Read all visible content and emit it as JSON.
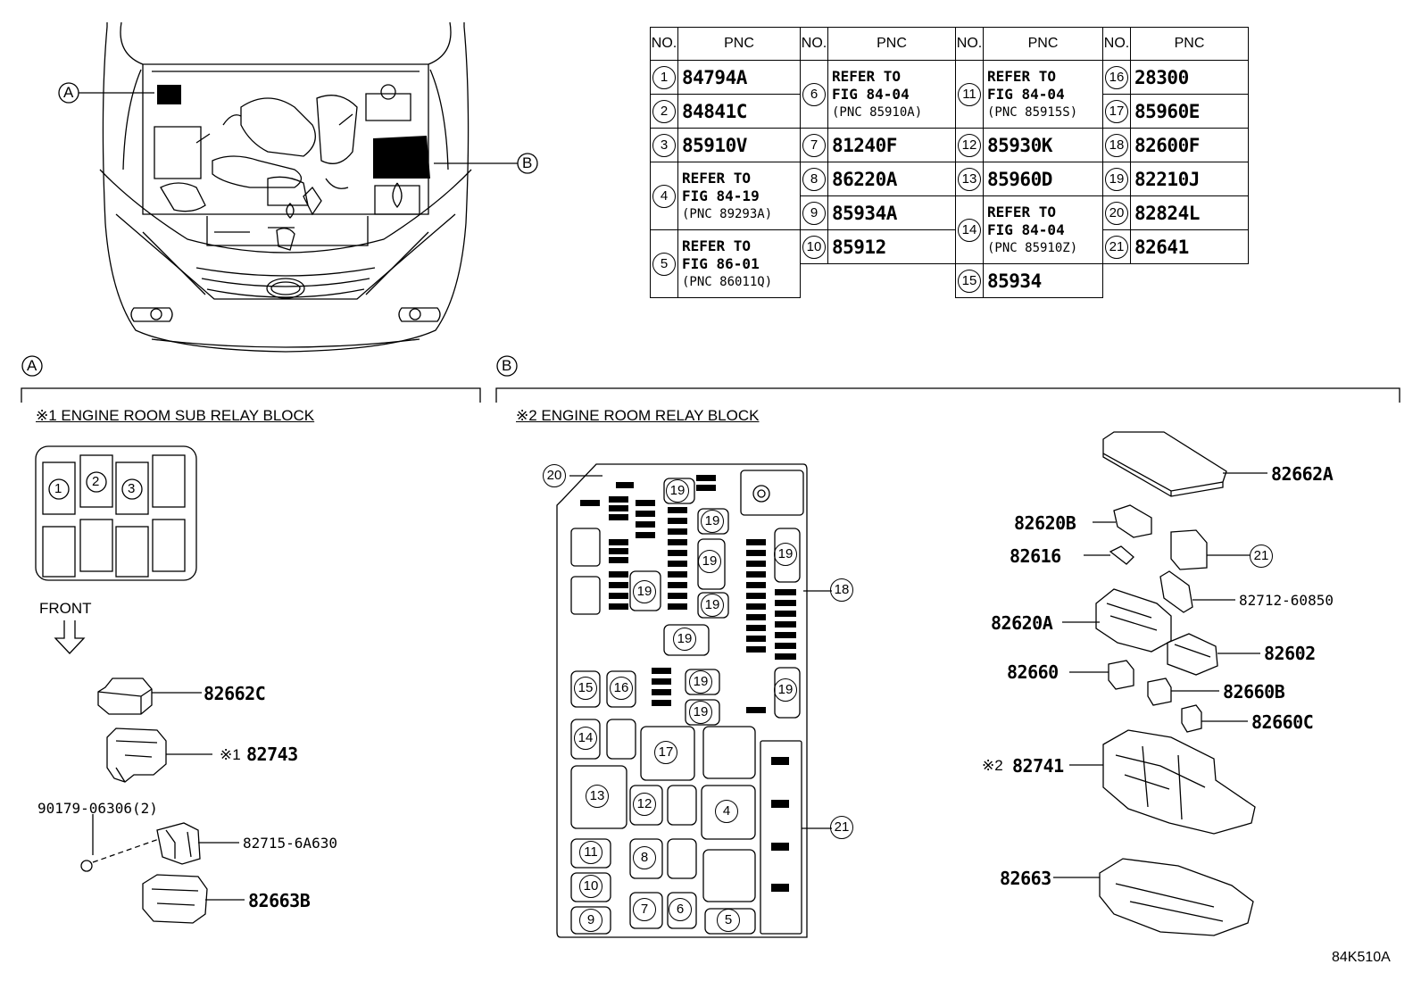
{
  "table": {
    "headers": {
      "no": "NO.",
      "pnc": "PNC"
    },
    "col1": [
      {
        "no": "1",
        "pnc": "84794A"
      },
      {
        "no": "2",
        "pnc": "84841C"
      },
      {
        "no": "3",
        "pnc": "85910V"
      },
      {
        "no": "4",
        "ref1": "REFER TO",
        "ref2": "FIG 84-19",
        "ref3": "(PNC 89293A)"
      },
      {
        "no": "5",
        "ref1": "REFER TO",
        "ref2": "FIG 86-01",
        "ref3": "(PNC 86011Q)"
      }
    ],
    "col2": [
      {
        "no": "6",
        "ref1": "REFER TO",
        "ref2": "FIG 84-04",
        "ref3": "(PNC 85910A)"
      },
      {
        "no": "7",
        "pnc": "81240F"
      },
      {
        "no": "8",
        "pnc": "86220A"
      },
      {
        "no": "9",
        "pnc": "85934A"
      },
      {
        "no": "10",
        "pnc": "85912"
      }
    ],
    "col3": [
      {
        "no": "11",
        "ref1": "REFER TO",
        "ref2": "FIG 84-04",
        "ref3": "(PNC 85915S)"
      },
      {
        "no": "12",
        "pnc": "85930K"
      },
      {
        "no": "13",
        "pnc": "85960D"
      },
      {
        "no": "14",
        "ref1": "REFER TO",
        "ref2": "FIG 84-04",
        "ref3": "(PNC 85910Z)"
      },
      {
        "no": "15",
        "pnc": "85934"
      }
    ],
    "col4": [
      {
        "no": "16",
        "pnc": "28300"
      },
      {
        "no": "17",
        "pnc": "85960E"
      },
      {
        "no": "18",
        "pnc": "82600F"
      },
      {
        "no": "19",
        "pnc": "82210J"
      },
      {
        "no": "20",
        "pnc": "82824L"
      },
      {
        "no": "21",
        "pnc": "82641"
      }
    ]
  },
  "callouts": {
    "a": "A",
    "b": "B"
  },
  "section_a": {
    "title": "※1 ENGINE ROOM SUB RELAY BLOCK",
    "front": "FRONT",
    "relay_nums": [
      "1",
      "2",
      "3"
    ],
    "parts": {
      "p1": "82662C",
      "p2_mark": "※1",
      "p2": "82743",
      "p3": "90179-06306(2)",
      "p4": "82715-6A630",
      "p5": "82663B"
    }
  },
  "section_b": {
    "title": "※2 ENGINE ROOM RELAY BLOCK",
    "slot_nums": {
      "n20": "20",
      "n19": "19",
      "n18": "18",
      "n21": "21",
      "n15": "15",
      "n16": "16",
      "n14": "14",
      "n17": "17",
      "n13": "13",
      "n12": "12",
      "n4": "4",
      "n11": "11",
      "n8": "8",
      "n10": "10",
      "n9": "9",
      "n7": "7",
      "n6": "6",
      "n5": "5"
    },
    "parts": {
      "p1": "82662A",
      "p2": "82620B",
      "p3": "82616",
      "p4": "82712-60850",
      "p5": "82620A",
      "p6": "82602",
      "p7": "82660",
      "p8": "82660B",
      "p9": "82660C",
      "p10_mark": "※2",
      "p10": "82741",
      "p11": "82663",
      "ref21": "21"
    }
  },
  "figure_code": "84K510A"
}
